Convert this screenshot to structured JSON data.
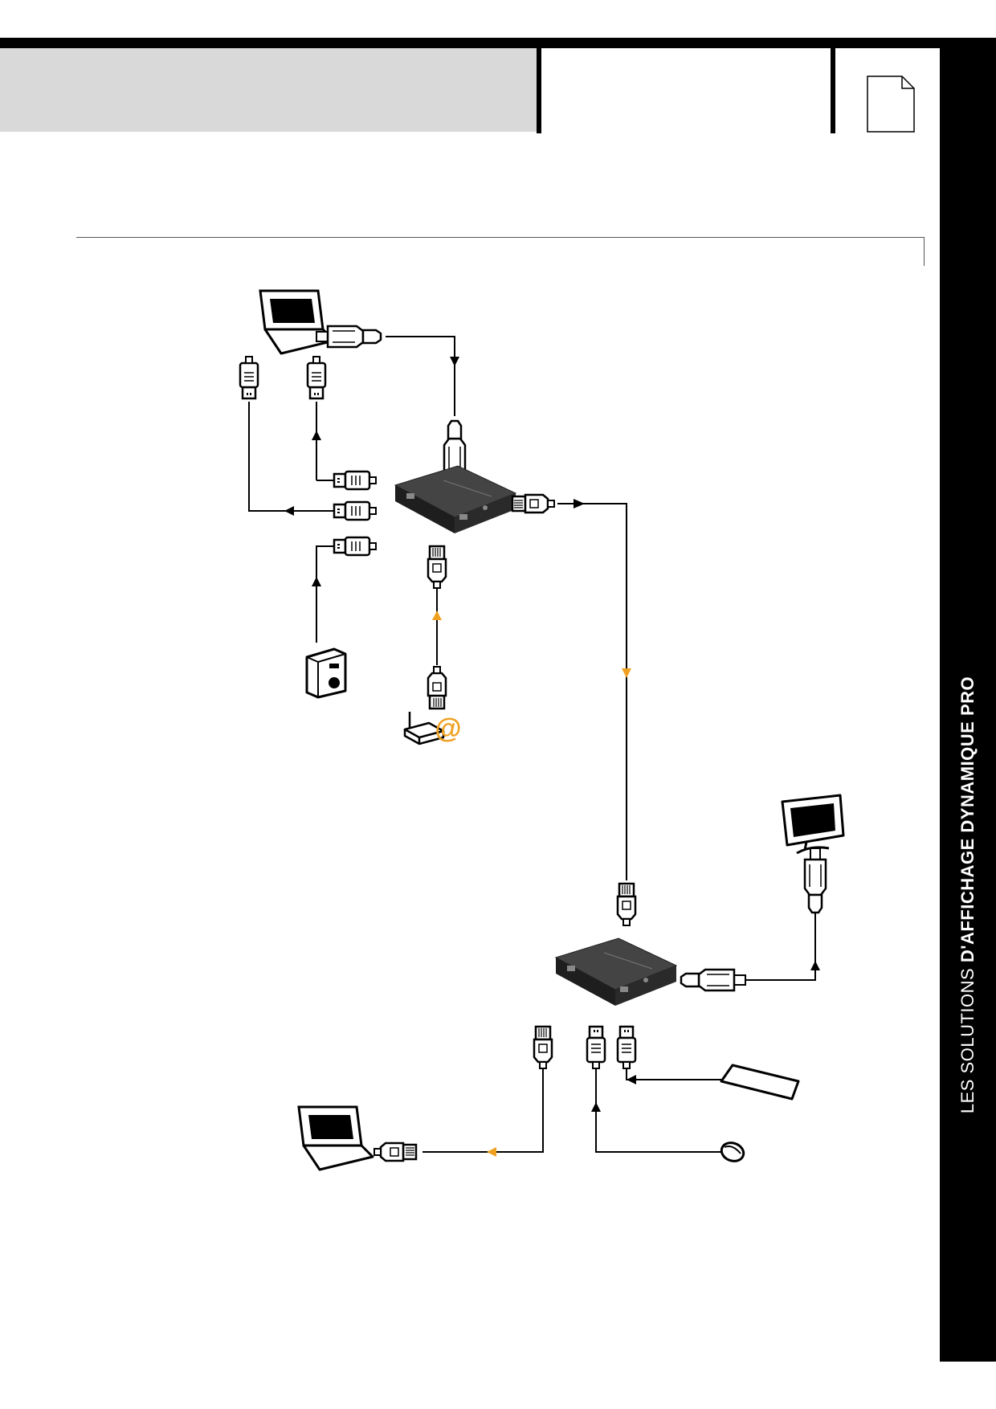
{
  "side_title": {
    "prefix": "LES SOLUTIONS",
    "emphasis": "D'AFFICHAGE DYNAMIQUE PRO"
  },
  "colors": {
    "accent": "#f0a020",
    "line": "#000000",
    "device": "#2a2a2a",
    "header_gray": "#d9d9d9"
  },
  "diagram": {
    "network_symbol": "@",
    "nodes": [
      {
        "name": "laptop-icon",
        "role": "source computer"
      },
      {
        "name": "transmitter-box"
      },
      {
        "name": "receiver-box"
      },
      {
        "name": "monitor-icon"
      },
      {
        "name": "speaker-icon"
      },
      {
        "name": "router-icon"
      },
      {
        "name": "keyboard-icon"
      },
      {
        "name": "mouse-icon"
      },
      {
        "name": "laptop-icon",
        "role": "remote computer"
      }
    ],
    "connectors": [
      "hdmi-connector",
      "usb-connector",
      "rj45-connector"
    ]
  }
}
